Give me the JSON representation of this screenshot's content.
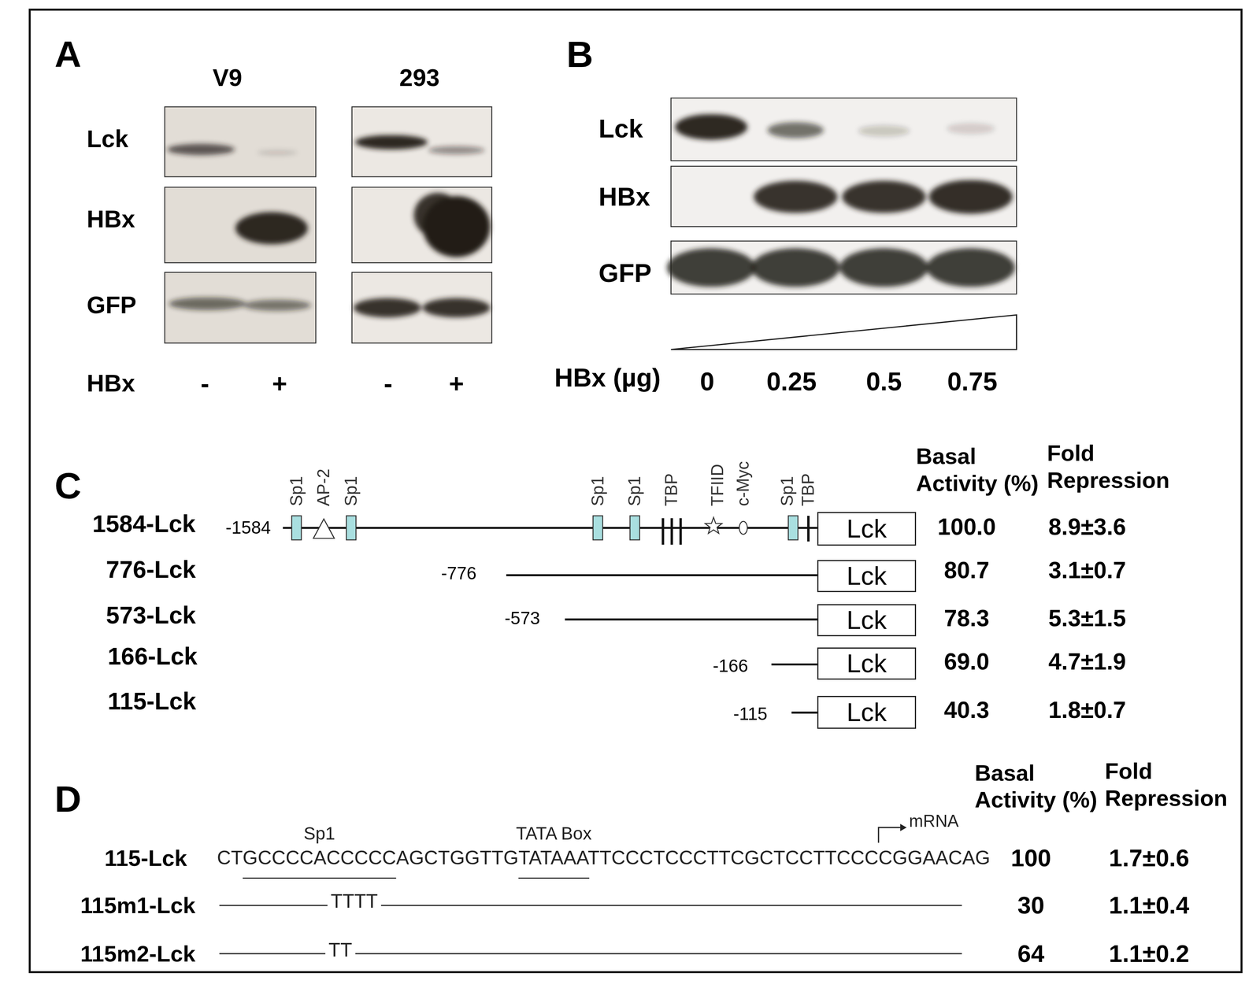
{
  "diagram": {
    "nodes": [
      {
        "text": [
          "Lck"
        ]
      },
      {
        "text": [
          "Lck"
        ]
      },
      {
        "text": [
          "Lck"
        ]
      },
      {
        "text": [
          "Lck"
        ]
      },
      {
        "text": [
          "Lck"
        ]
      }
    ],
    "labels": [
      "A",
      "V9",
      "293",
      "Lck",
      "HBx",
      "GFP",
      "HBx",
      "-",
      "+",
      "-",
      "+",
      "B",
      "Lck",
      "HBx",
      "GFP",
      "HBx (µg)",
      "0",
      "0.25",
      "0.5",
      "0.75",
      "C",
      "Sp1",
      "AP-2",
      "Sp1",
      "Sp1",
      "Sp1",
      "TBP",
      "TFIID",
      "c-Myc",
      "Sp1",
      "TBP",
      "Basal Activity (%)",
      "Fold Repression",
      "1584-Lck",
      "-1584",
      "100.0",
      "8.9±3.6",
      "776-Lck",
      "-776",
      "80.7",
      "3.1±0.7",
      "573-Lck",
      "-573",
      "78.3",
      "5.3±1.5",
      "166-Lck",
      "-166",
      "69.0",
      "4.7±1.9",
      "115-Lck",
      "-115",
      "40.3",
      "1.8±0.7",
      "D",
      "Sp1",
      "TATA Box",
      "mRNA",
      "Basal Activity (%)",
      "Fold Repression",
      "115-Lck",
      "CTGCCCCACCCCCAGCTGGTTGTATAAATTCCCTCCCTTCGCTCCTTCCCCGGAACAG",
      "100",
      "1.7±0.6",
      "115m1-Lck",
      "TTTT",
      "30",
      "1.1±0.4",
      "115m2-Lck",
      "TT",
      "64",
      "1.1±0.2"
    ]
  }
}
